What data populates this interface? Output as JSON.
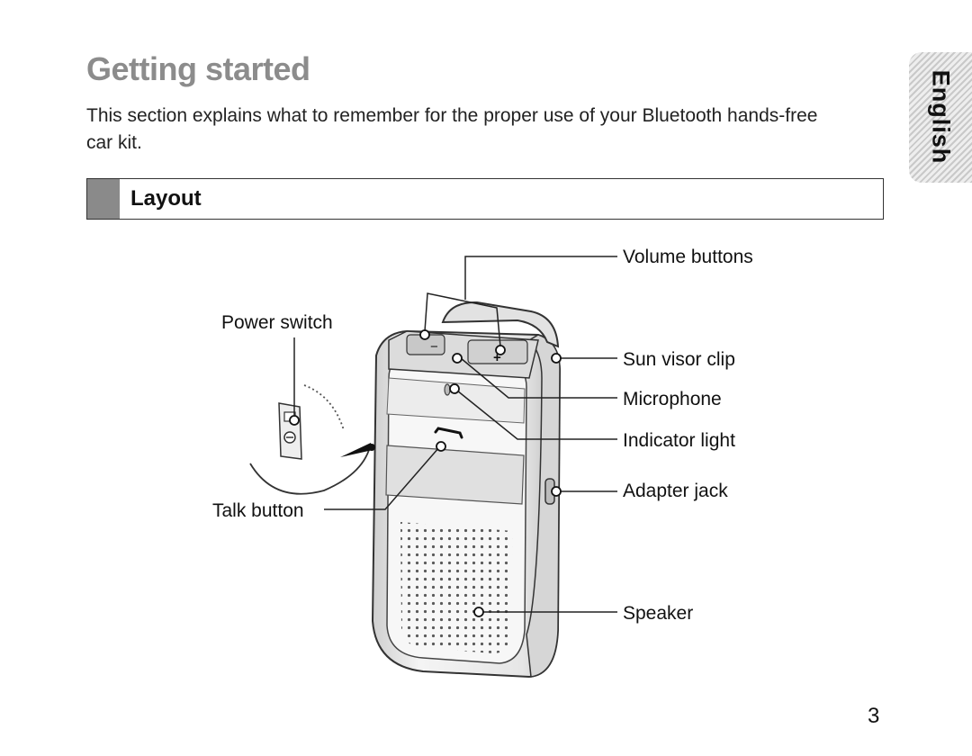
{
  "page": {
    "title": "Getting started",
    "intro": "This section explains what to remember for the proper use of your Bluetooth hands-free car kit.",
    "section_title": "Layout",
    "language_tab": "English",
    "page_number": "3"
  },
  "figure": {
    "labels": {
      "volume_buttons": "Volume buttons",
      "power_switch": "Power switch",
      "sun_visor_clip": "Sun visor clip",
      "microphone": "Microphone",
      "indicator_light": "Indicator light",
      "adapter_jack": "Adapter jack",
      "talk_button": "Talk button",
      "speaker": "Speaker"
    },
    "button_glyphs": {
      "volume_down": "−",
      "volume_up": "+"
    }
  }
}
